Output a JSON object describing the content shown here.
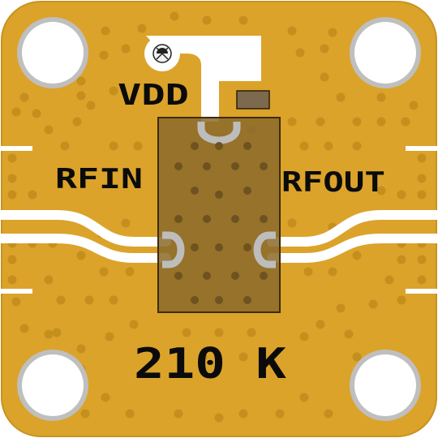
{
  "board": {
    "labels": {
      "vdd": "VDD",
      "rfin": "RFIN",
      "rfout": "RFOUT",
      "part_number": "210 K"
    },
    "colors": {
      "substrate": "#dba32a",
      "gold_highlight": "#e6b13a",
      "via": "#c58f1e",
      "copper_trace": "#ffffff",
      "pad_silver": "#bdbdbd",
      "ic_body": "#8a6a2a",
      "ic_outline": "#3e2c0a",
      "silkscreen": "#0b0b0b"
    },
    "icons": {
      "mounting_holes": "circle-hole-icon",
      "test_point": "screw-test-point-icon"
    }
  }
}
